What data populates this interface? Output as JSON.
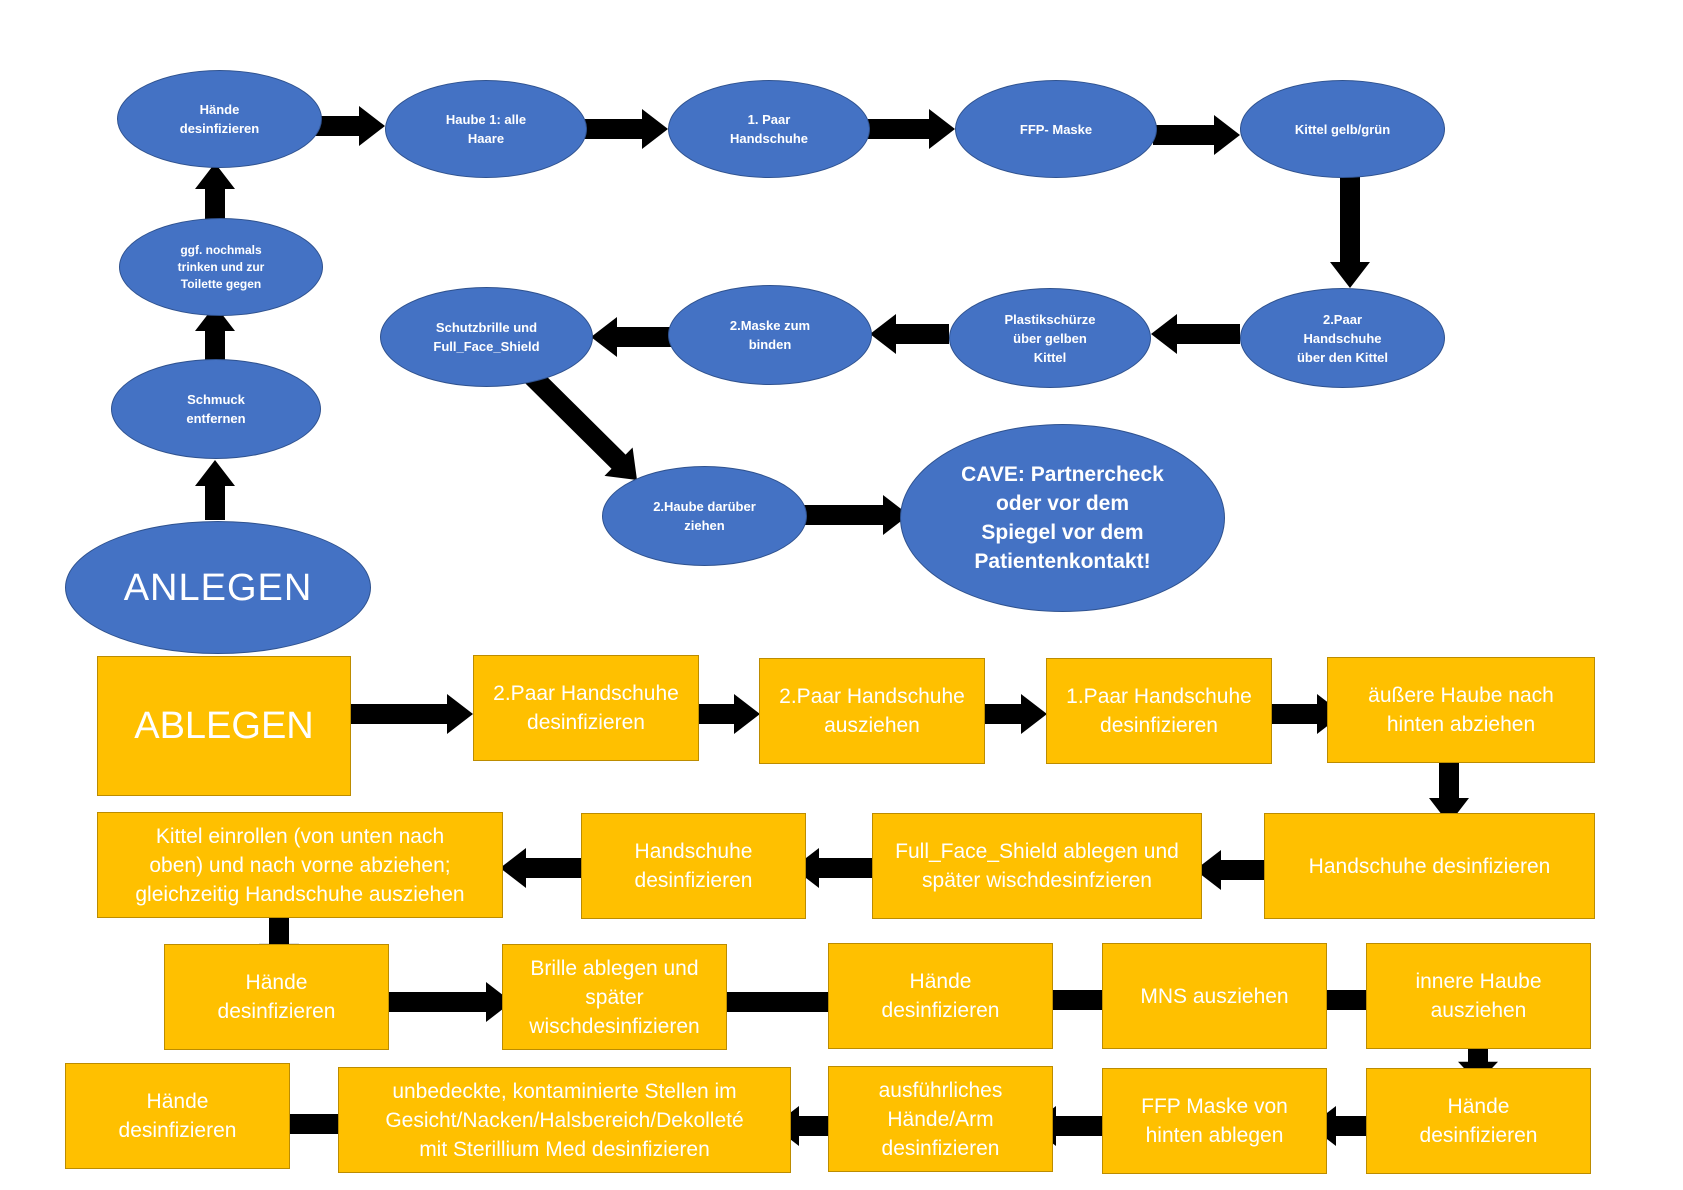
{
  "anlegen": {
    "title": "ANLEGEN",
    "steps": [
      "Schmuck\nentfernen",
      "ggf. nochmals\ntrinken und zur\nToilette gegen",
      "Hände\ndesinfizieren",
      "Haube 1: alle\nHaare",
      "1. Paar\nHandschuhe",
      "FFP- Maske",
      "Kittel gelb/grün",
      "2.Paar\nHandschuhe\nüber den Kittel",
      "Plastikschürze\nüber gelben\nKittel",
      "2.Maske zum\nbinden",
      "Schutzbrille und\nFull_Face_Shield",
      "2.Haube darüber\nziehen"
    ],
    "cave": "CAVE: Partnercheck\noder vor dem\nSpiegel vor  dem\nPatientenkontakt!"
  },
  "ablegen": {
    "title": "ABLEGEN",
    "steps": [
      "2.Paar Handschuhe\ndesinfizieren",
      "2.Paar Handschuhe\nausziehen",
      "1.Paar Handschuhe\ndesinfizieren",
      "äußere Haube nach\nhinten abziehen",
      "Handschuhe desinfizieren",
      "Full_Face_Shield ablegen und\nspäter wischdesinfzieren",
      "Handschuhe\ndesinfizieren",
      "Kittel einrollen (von unten nach\noben) und nach vorne abziehen;\ngleichzeitig Handschuhe ausziehen",
      "Hände\ndesinfizieren",
      "Brille ablegen und\nspäter\nwischdesinfizieren",
      "Hände\ndesinfizieren",
      "MNS ausziehen",
      "innere Haube\nausziehen",
      "Hände\ndesinfizieren",
      "FFP Maske von\nhinten ablegen",
      "ausführliches\nHände/Arm\ndesinfizieren",
      "unbedeckte, kontaminierte Stellen im\nGesicht/Nacken/Halsbereich/Dekolleté\nmit Sterillium Med desinfizieren",
      "Hände\ndesinfizieren"
    ]
  },
  "colors": {
    "anlegen_fill": "#4472c4",
    "ablegen_fill": "#ffc000",
    "arrow": "#000000",
    "text": "#ffffff"
  }
}
